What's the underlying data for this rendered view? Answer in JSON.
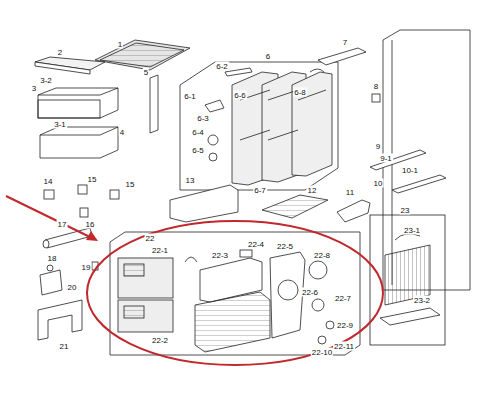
{
  "diagram": {
    "labels": [
      "1",
      "2",
      "3",
      "3-2",
      "3-1",
      "4",
      "5",
      "6",
      "6-2",
      "6-1",
      "6-6",
      "6-8",
      "6-3",
      "6-4",
      "6-5",
      "6-7",
      "7",
      "8",
      "9",
      "9-1",
      "10",
      "10-1",
      "11",
      "12",
      "13",
      "14",
      "15",
      "15",
      "16",
      "17",
      "18",
      "19",
      "20",
      "21",
      "22",
      "22-1",
      "22-4",
      "22-3",
      "22-5",
      "22-8",
      "22-2",
      "22-6",
      "22-7",
      "22-9",
      "22-11",
      "22-10",
      "23",
      "23-1",
      "23-2"
    ]
  }
}
